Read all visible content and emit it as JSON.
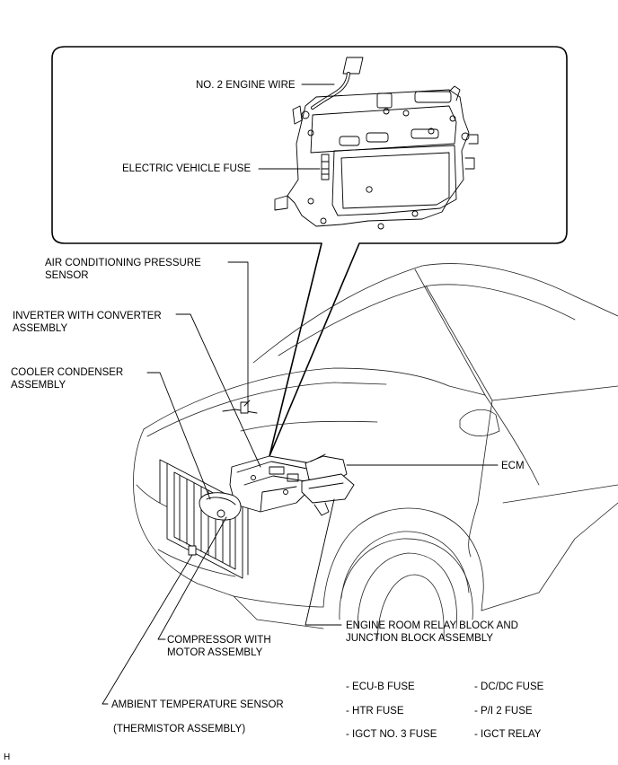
{
  "callouts": {
    "engine_wire": "NO. 2 ENGINE WIRE",
    "ev_fuse": "ELECTRIC VEHICLE FUSE",
    "ac_sensor_1": "AIR CONDITIONING PRESSURE",
    "ac_sensor_2": "SENSOR",
    "inverter_1": "INVERTER WITH CONVERTER",
    "inverter_2": "ASSEMBLY",
    "condenser_1": "COOLER CONDENSER",
    "condenser_2": "ASSEMBLY",
    "ecm": "ECM",
    "relay_block_1": "ENGINE ROOM RELAY BLOCK AND",
    "relay_block_2": "JUNCTION BLOCK ASSEMBLY",
    "compressor_1": "COMPRESSOR WITH",
    "compressor_2": "MOTOR ASSEMBLY",
    "ambient_1": "AMBIENT TEMPERATURE SENSOR",
    "ambient_2": "(THERMISTOR ASSEMBLY)"
  },
  "fuse_list": {
    "left": [
      "- ECU-B FUSE",
      "- HTR FUSE",
      "- IGCT NO. 3 FUSE"
    ],
    "right": [
      "- DC/DC FUSE",
      "- P/I 2 FUSE",
      "- IGCT RELAY"
    ]
  },
  "corner_mark": "H"
}
